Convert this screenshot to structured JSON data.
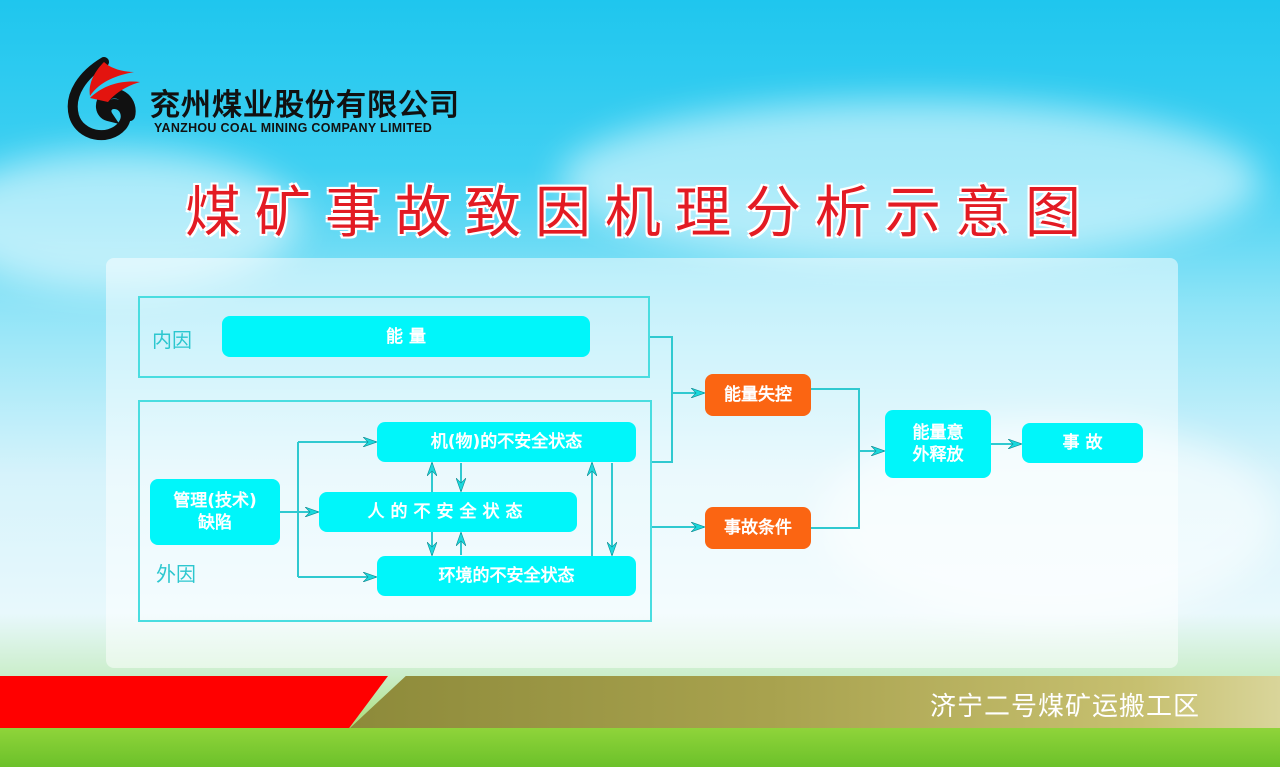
{
  "header": {
    "company_name_cn": "兖州煤业股份有限公司",
    "company_name_en": "YANZHOU COAL MINING COMPANY LIMITED",
    "logo_icon": "flame-g-logo-icon"
  },
  "title": "煤矿事故致因机理分析示意图",
  "diagram": {
    "internal": {
      "label": "内因",
      "energy": "能    量"
    },
    "external": {
      "label": "外因",
      "management": "管理(技术)\n缺陷",
      "machine": "机(物)的不安全状态",
      "human": "人的不安全状态",
      "environment": "环境的不安全状态"
    },
    "energy_out_of_control": "能量失控",
    "accident_conditions": "事故条件",
    "energy_release": "能量意\n外释放",
    "accident": "事 故",
    "colors": {
      "cyan_box": "#00f6fa",
      "orange_box": "#fb6512",
      "connector": "#49dde0",
      "title_red": "#e31b23"
    }
  },
  "footer": {
    "unit": "济宁二号煤矿运搬工区",
    "red_band_color": "#ff0000",
    "olive_band_color": "#a8a24e"
  }
}
